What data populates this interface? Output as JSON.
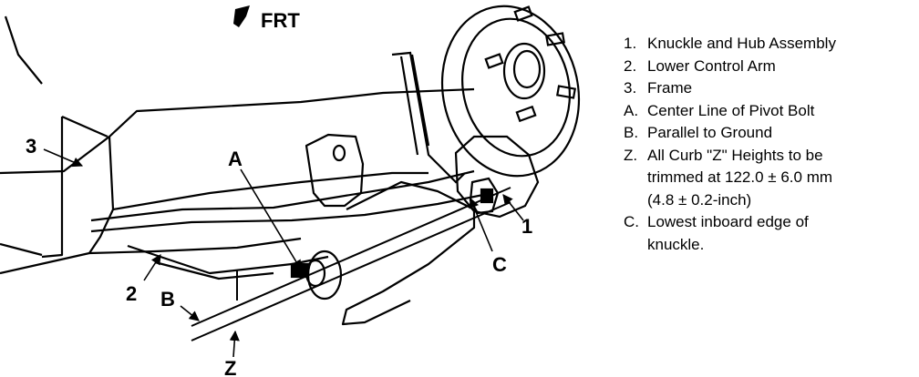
{
  "figure": {
    "direction_label": "FRT",
    "callouts": {
      "one": "1",
      "two": "2",
      "three": "3",
      "a": "A",
      "b": "B",
      "c": "C",
      "z": "Z"
    }
  },
  "legend": [
    {
      "key": "1.",
      "lines": [
        "Knuckle and Hub Assembly"
      ]
    },
    {
      "key": "2.",
      "lines": [
        "Lower Control Arm"
      ]
    },
    {
      "key": "3.",
      "lines": [
        "Frame"
      ]
    },
    {
      "key": "A.",
      "lines": [
        "Center Line of Pivot Bolt"
      ]
    },
    {
      "key": "B.",
      "lines": [
        "Parallel to Ground"
      ]
    },
    {
      "key": "Z.",
      "lines": [
        "All Curb \"Z\" Heights to be",
        "trimmed at 122.0 ± 6.0 mm",
        "(4.8 ± 0.2-inch)"
      ]
    },
    {
      "key": "C.",
      "lines": [
        "Lowest inboard edge of",
        "knuckle."
      ]
    }
  ]
}
